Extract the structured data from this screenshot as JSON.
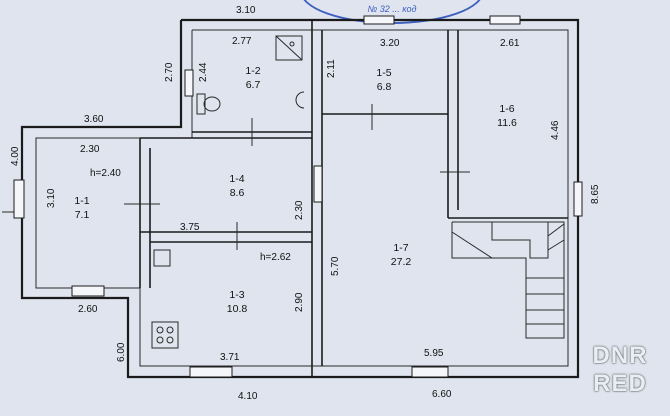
{
  "plan": {
    "stamp_text": "№ 32 ... код",
    "watermark": [
      "DNR",
      "RED"
    ],
    "rooms": [
      {
        "id": "1-1",
        "area": "7.1"
      },
      {
        "id": "1-2",
        "area": "6.7"
      },
      {
        "id": "1-3",
        "area": "10.8"
      },
      {
        "id": "1-4",
        "area": "8.6"
      },
      {
        "id": "1-5",
        "area": "6.8"
      },
      {
        "id": "1-6",
        "area": "11.6"
      },
      {
        "id": "1-7",
        "area": "27.2"
      }
    ],
    "heights": [
      "h=2.40",
      "h=2.62"
    ],
    "dimensions": {
      "top_total": "3.10",
      "r12_width": "2.77",
      "r12_outer_height": "2.70",
      "r12_inner_height": "2.44",
      "r15_width": "3.20",
      "r15_height": "2.11",
      "r16_width": "2.61",
      "r16_height": "4.46",
      "right_total": "8.65",
      "r11_outer_width": "3.60",
      "r11_inner_width": "2.30",
      "left_total": "4.00",
      "r11_height": "3.10",
      "r11_bottom": "2.60",
      "r14_height": "2.30",
      "r13_width_top": "3.75",
      "r13_height": "2.90",
      "r17_height": "5.70",
      "r13_width_bottom": "3.71",
      "r17_width": "5.95",
      "left_lower_total": "6.00",
      "bottom_mid": "4.10",
      "bottom_right": "6.60"
    }
  }
}
